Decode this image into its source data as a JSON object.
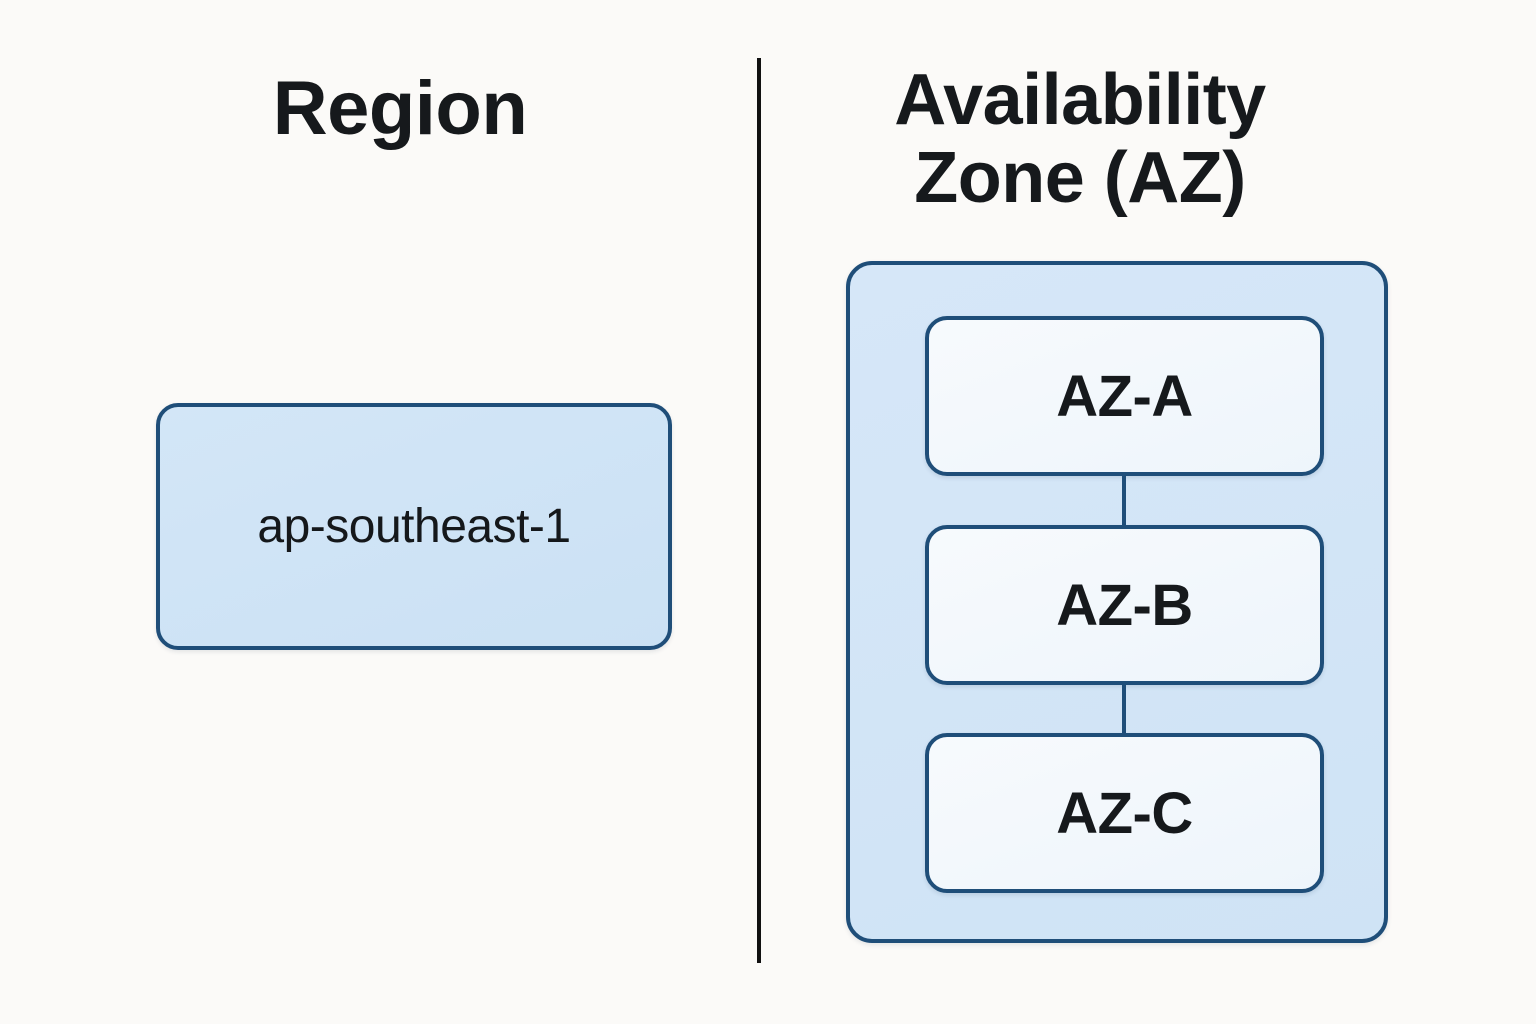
{
  "background_color": "#fbfaf8",
  "accent_border_color": "#1f4e79",
  "divider_color": "#111111",
  "region_panel": {
    "heading": "Region",
    "box": {
      "label": "ap-southeast-1",
      "fill_color": "#cfe3f5",
      "border_color": "#1f4e79"
    }
  },
  "az_panel": {
    "heading_line1": "Availability",
    "heading_line2": "Zone (AZ)",
    "container": {
      "fill_color": "#d3e5f7",
      "border_color": "#1f4e79"
    },
    "zones": [
      {
        "label": "AZ-A",
        "fill_color": "#f2f7fc"
      },
      {
        "label": "AZ-B",
        "fill_color": "#f2f7fc"
      },
      {
        "label": "AZ-C",
        "fill_color": "#f2f7fc"
      }
    ]
  }
}
